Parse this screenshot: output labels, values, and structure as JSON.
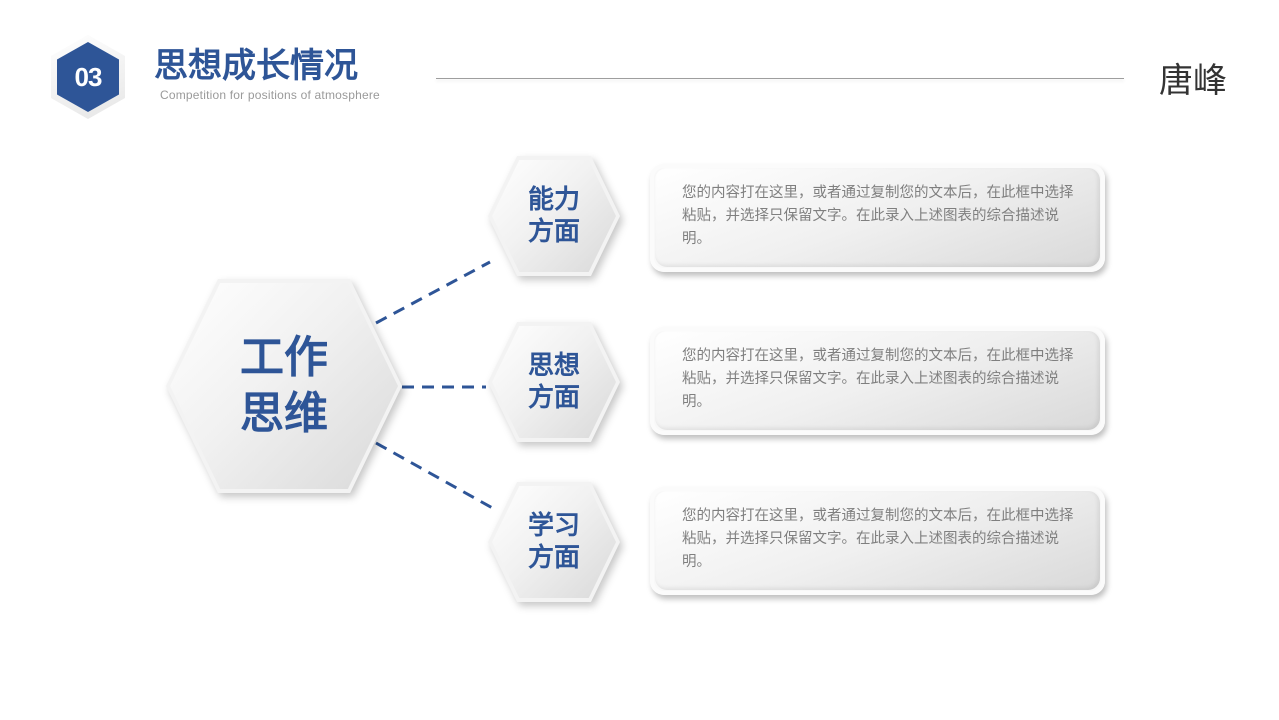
{
  "header": {
    "section_number": "03",
    "title": "思想成长情况",
    "subtitle": "Competition for  positions of atmosphere",
    "author": "唐峰"
  },
  "colors": {
    "accent": "#2e5597",
    "body_text": "#7f7f7f",
    "divider": "#9e9e9e"
  },
  "diagram": {
    "center": {
      "line1": "工作",
      "line2": "思维"
    },
    "branches": [
      {
        "line1": "能力",
        "line2": "方面",
        "description": "您的内容打在这里，或者通过复制您的文本后，在此框中选择粘贴，并选择只保留文字。在此录入上述图表的综合描述说明。"
      },
      {
        "line1": "思想",
        "line2": "方面",
        "description": "您的内容打在这里，或者通过复制您的文本后，在此框中选择粘贴，并选择只保留文字。在此录入上述图表的综合描述说明。"
      },
      {
        "line1": "学习",
        "line2": "方面",
        "description": "您的内容打在这里，或者通过复制您的文本后，在此框中选择粘贴，并选择只保留文字。在此录入上述图表的综合描述说明。"
      }
    ]
  }
}
